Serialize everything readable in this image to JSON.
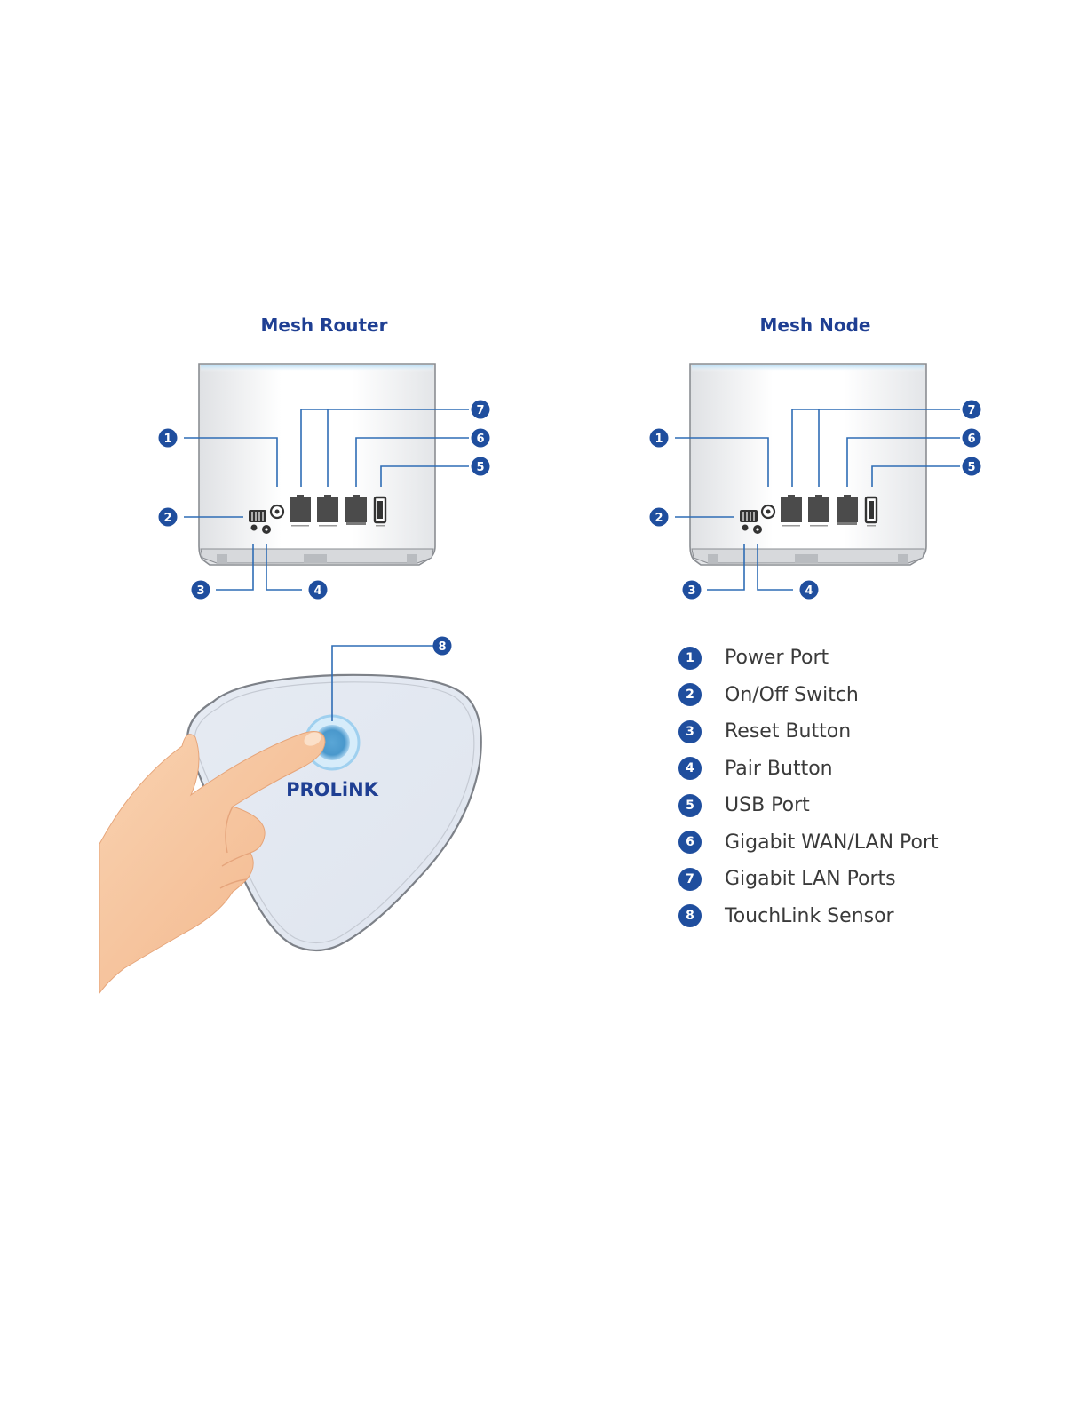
{
  "panels": {
    "router_title": "Mesh Router",
    "node_title": "Mesh Node"
  },
  "callout_numbers": [
    "1",
    "2",
    "3",
    "4",
    "5",
    "6",
    "7",
    "8"
  ],
  "brand_logo": "PROLiNK",
  "legend": [
    {
      "num": "1",
      "label": "Power Port"
    },
    {
      "num": "2",
      "label": "On/Off Switch"
    },
    {
      "num": "3",
      "label": "Reset Button"
    },
    {
      "num": "4",
      "label": "Pair Button"
    },
    {
      "num": "5",
      "label": "USB Port"
    },
    {
      "num": "6",
      "label": "Gigabit WAN/LAN Port"
    },
    {
      "num": "7",
      "label": "Gigabit LAN Ports"
    },
    {
      "num": "8",
      "label": "TouchLink Sensor"
    }
  ],
  "colors": {
    "accent": "#1f4e9e",
    "title": "#1f3f93",
    "leader_line": "#2f6db5",
    "skin": "#f6c49b"
  }
}
